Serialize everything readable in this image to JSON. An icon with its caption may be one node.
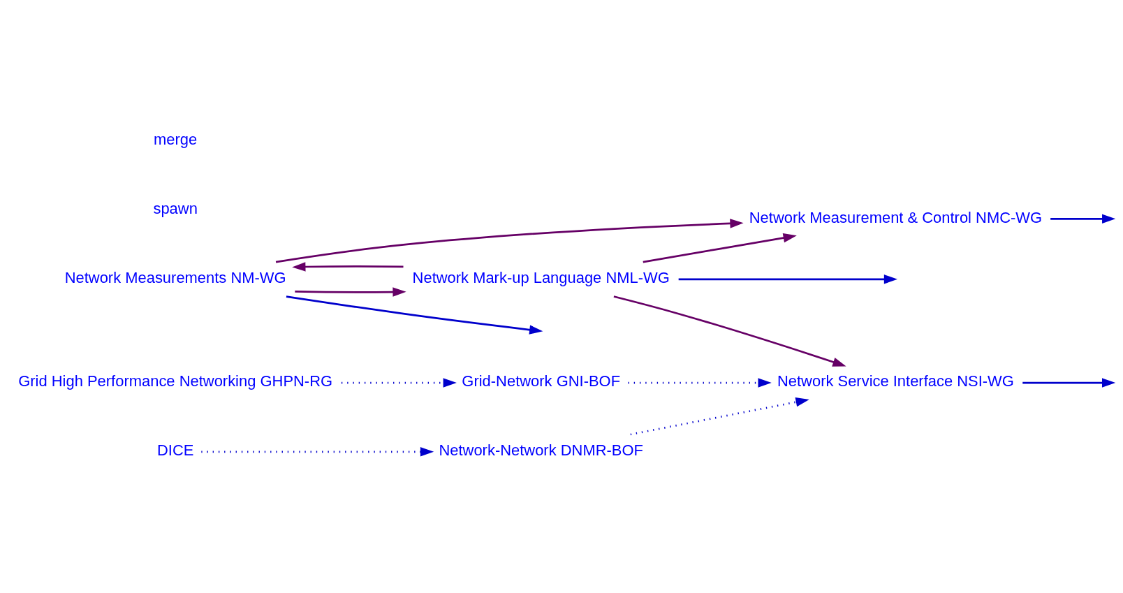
{
  "diagram": {
    "nodes": [
      {
        "text": [
          "Network Measurements NM-WG"
        ]
      },
      {
        "text": [
          "Network Measurement & Control NMC-WG"
        ]
      },
      {
        "text": [
          "Network Mark-up Language NML-WG"
        ]
      },
      {
        "text": [
          "Grid High Performance Networking GHPN-RG"
        ]
      },
      {
        "text": [
          "Grid-Network GNI-BOF"
        ]
      },
      {
        "text": [
          "Network Service Interface NSI-WG"
        ]
      },
      {
        "text": [
          "DICE"
        ]
      },
      {
        "text": [
          "Network-Network DNMR-BOF"
        ]
      }
    ],
    "edges": [
      {
        "from": 0,
        "to": null,
        "arrow": "to"
      },
      {
        "from": 0,
        "to": 1,
        "arrow": "to",
        "color": "#660066"
      },
      {
        "from": 0,
        "to": 2,
        "arrow": "to",
        "color": "#660066"
      },
      {
        "from": 2,
        "to": 0,
        "arrow": "to",
        "color": "#660066"
      },
      {
        "from": 2,
        "to": 1,
        "arrow": "to",
        "color": "#660066"
      },
      {
        "from": 1,
        "to": null,
        "arrow": "to"
      },
      {
        "from": 2,
        "to": null,
        "arrow": "to"
      },
      {
        "from": 2,
        "to": 5,
        "arrow": "to",
        "color": "#660066"
      },
      {
        "from": 3,
        "to": 4,
        "arrow": "to",
        "style": "dashed"
      },
      {
        "from": 4,
        "to": 5,
        "arrow": "to",
        "style": "dashed"
      },
      {
        "from": 7,
        "to": 5,
        "arrow": "to",
        "style": "dashed"
      },
      {
        "from": 6,
        "to": 7,
        "arrow": "to",
        "style": "dashed"
      },
      {
        "from": 5,
        "to": null,
        "arrow": "to"
      }
    ],
    "labels": [
      "spawn",
      "merge"
    ]
  }
}
